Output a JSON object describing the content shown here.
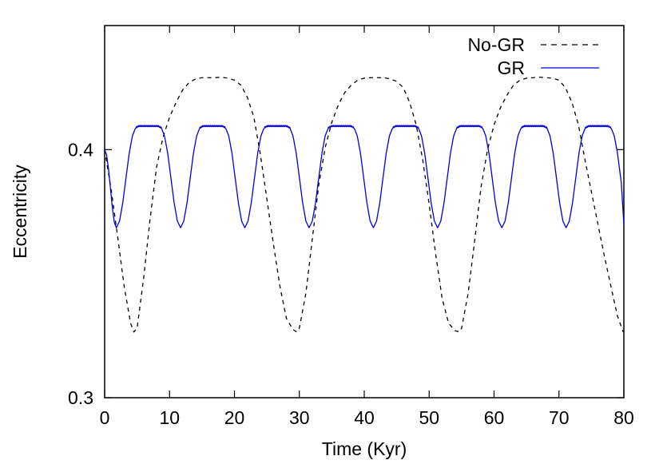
{
  "chart_data": {
    "type": "line",
    "title": "",
    "xlabel": "Time (Kyr)",
    "ylabel": "Eccentricity",
    "xlim": [
      0,
      80
    ],
    "ylim": [
      0.3,
      0.45
    ],
    "x_ticks": [
      0,
      10,
      20,
      30,
      40,
      50,
      60,
      70,
      80
    ],
    "x_tick_labels": [
      "0",
      "10",
      "20",
      "30",
      "40",
      "50",
      "60",
      "70",
      "80"
    ],
    "y_ticks": [
      0.3,
      0.4
    ],
    "y_tick_labels": [
      "0.3",
      "0.4"
    ],
    "grid": false,
    "legend_position": "top-right",
    "series": [
      {
        "name": "No-GR",
        "style": "dashed",
        "color": "#000000",
        "x": [
          0,
          1,
          2,
          3,
          4,
          4.5,
          5,
          6,
          7,
          8,
          9,
          10,
          11,
          12,
          13,
          14,
          15,
          16,
          17,
          18,
          19,
          20,
          21,
          22,
          23,
          24,
          25,
          26,
          27,
          28,
          29,
          29.6,
          30,
          31,
          32,
          33,
          34,
          35,
          36,
          37,
          38,
          39,
          40,
          41,
          42,
          43,
          44,
          45,
          46,
          47,
          48,
          49,
          50,
          51,
          52,
          53,
          54,
          54.7,
          55,
          56,
          57,
          58,
          59,
          60,
          61,
          62,
          63,
          64,
          65,
          66,
          67,
          68,
          69,
          70,
          71,
          72,
          73,
          74,
          75,
          76,
          77,
          78,
          79,
          79.9
        ],
        "y": [
          0.4,
          0.384,
          0.365,
          0.345,
          0.33,
          0.3265,
          0.328,
          0.348,
          0.372,
          0.393,
          0.405,
          0.413,
          0.419,
          0.424,
          0.427,
          0.4285,
          0.429,
          0.429,
          0.429,
          0.4292,
          0.4288,
          0.428,
          0.426,
          0.421,
          0.413,
          0.398,
          0.38,
          0.362,
          0.345,
          0.332,
          0.3275,
          0.3265,
          0.328,
          0.342,
          0.364,
          0.386,
          0.401,
          0.411,
          0.418,
          0.423,
          0.426,
          0.428,
          0.4288,
          0.429,
          0.429,
          0.429,
          0.4285,
          0.4275,
          0.425,
          0.419,
          0.41,
          0.396,
          0.378,
          0.358,
          0.34,
          0.33,
          0.327,
          0.3265,
          0.328,
          0.342,
          0.363,
          0.385,
          0.4,
          0.41,
          0.417,
          0.422,
          0.426,
          0.428,
          0.4288,
          0.429,
          0.4292,
          0.429,
          0.4288,
          0.428,
          0.425,
          0.419,
          0.41,
          0.396,
          0.383,
          0.37,
          0.357,
          0.345,
          0.333,
          0.3265
        ]
      },
      {
        "name": "GR",
        "style": "solid",
        "color": "#0000dd",
        "period_kyr": 9.9,
        "first_min_kyr": 1.8,
        "min_value": 0.3685,
        "max_value": 0.4095,
        "start_value": 0.4,
        "end_value": 0.37,
        "cycle_profile": {
          "phase": [
            0,
            0.05,
            0.1,
            0.15,
            0.2,
            0.25,
            0.3,
            0.35,
            0.4,
            0.45,
            0.5,
            0.55,
            0.6,
            0.65,
            0.7,
            0.75,
            0.8,
            0.85,
            0.9,
            0.95,
            1
          ],
          "y": [
            0.3685,
            0.3712,
            0.3785,
            0.3885,
            0.3985,
            0.4055,
            0.4088,
            0.4095,
            0.4095,
            0.4095,
            0.4095,
            0.4095,
            0.4095,
            0.4095,
            0.4088,
            0.4055,
            0.3985,
            0.3885,
            0.3785,
            0.3712,
            0.3685
          ]
        }
      }
    ]
  }
}
